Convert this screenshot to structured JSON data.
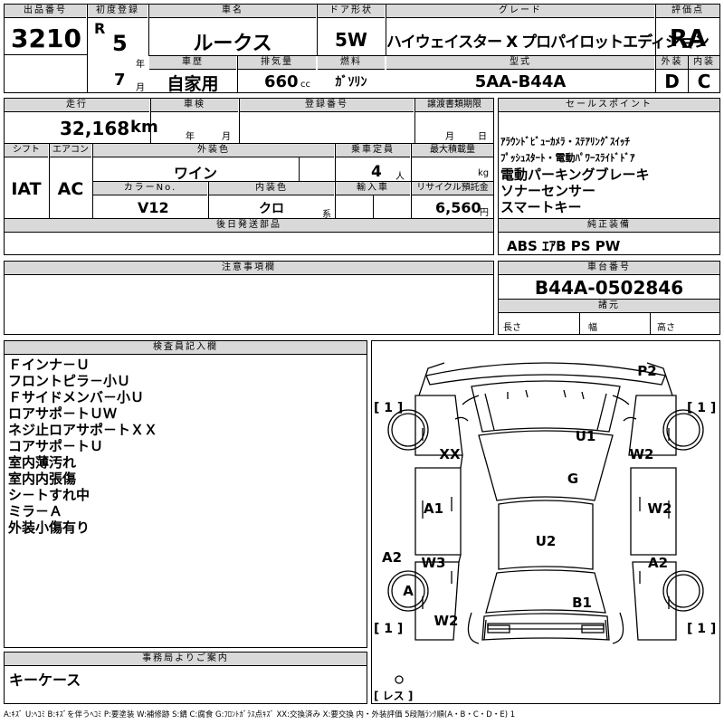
{
  "header": {
    "lot_label": "出品番号",
    "lot_no": "3210",
    "first_reg_label": "初度登録",
    "era": "R",
    "year_no": "5",
    "year_unit": "年",
    "month_no": "7",
    "month_unit": "月",
    "name_label": "車名",
    "name": "ルークス",
    "door_label": "ドア形状",
    "door": "5W",
    "grade_label": "グレード",
    "grade": "ハイウェイスター X プロパイロットエディション",
    "score_label": "評価点",
    "score": "RA",
    "history_label": "車歴",
    "history": "自家用",
    "disp_label": "排気量",
    "disp": "660",
    "disp_unit": "cc",
    "fuel_label": "燃料",
    "fuel": "ｶﾞｿﾘﾝ",
    "model_label": "型式",
    "model": "5AA-B44A",
    "ext_label": "外装",
    "ext": "D",
    "int_label": "内装",
    "int": "C"
  },
  "row2": {
    "mileage_label": "走行",
    "mileage": "32,168",
    "mileage_unit": "km",
    "inspect_label": "車検",
    "year_unit": "年",
    "month_unit": "月",
    "regno_label": "登録番号",
    "transfer_label": "譲渡書類期限",
    "t_month": "月",
    "t_day": "日",
    "sales_label": "セールスポイント",
    "sales": [
      "ｱﾗｳﾝﾄﾞﾋﾞｭｰｶﾒﾗ・ｽﾃｱﾘﾝｸﾞｽｲｯﾁ",
      "ﾌﾟｯｼｭｽﾀｰﾄ・電動ﾊﾟﾜｰｽﾗｲﾄﾞﾄﾞｱ",
      "電動パーキングブレーキ",
      "ソナーセンサー",
      "スマートキー"
    ]
  },
  "row3": {
    "shift_label": "シフト",
    "shift": "IAT",
    "ac_label": "エアコン",
    "ac": "AC",
    "color_label": "外装色",
    "color": "ワイン",
    "cap_label": "乗車定員",
    "cap": "4",
    "cap_unit": "人",
    "load_label": "最大積載量",
    "load_unit": "kg",
    "colorno_label": "カラーNo.",
    "colorno": "V12",
    "intcolor_label": "内装色",
    "intcolor": "クロ",
    "intcolor_unit": "系",
    "import_label": "輸入車",
    "recycle_label": "リサイクル預託金",
    "recycle": "6,560",
    "recycle_unit": "円"
  },
  "later_label": "後日発送部品",
  "genuine_label": "純正装備",
  "genuine": "ABS ｴｱB PS PW",
  "notes_label": "注意事項欄",
  "chassis_label": "車台番号",
  "chassis": "B44A-0502846",
  "dims_label": "諸元",
  "len_label": "長さ",
  "width_label": "幅",
  "height_label": "高さ",
  "inspector_label": "検査員記入欄",
  "inspector": [
    "Ｆインナ－Ｕ",
    "フロントピラ－小Ｕ",
    "Ｆサイドメンバ－小Ｕ",
    "ロアサポ－トＵＷ",
    "ネジ止ロアサポ－トＸＸ",
    "コアサポ－トＵ",
    "室内薄汚れ",
    "室内内張傷",
    "シ－トすれ中",
    "ミラ－Ａ",
    "外装小傷有り"
  ],
  "office_label": "事務局よりご案内",
  "office": "キーケース",
  "diagram": {
    "marks": [
      "P2",
      "U1",
      "XX",
      "W2",
      "G",
      "A1",
      "W2",
      "U2",
      "A2",
      "W3",
      "A2",
      "A",
      "B1",
      "W2"
    ],
    "brackets": [
      "[ 1 ]",
      "[ 1 ]",
      "[ 1 ]",
      "[ 1 ]"
    ],
    "spare": "[ レス ]"
  },
  "legend": "A:ｷｽﾞ U:ﾍｺﾐ B:ｷｽﾞを伴うﾍｺﾐ P:要塗装 W:補修跡 S:錆 C:腐食 G:ﾌﾛﾝﾄｶﾞﾗｽ点ｷｽﾞ XX:交換済み X:要交換 内・外装評価 5段階ﾗﾝｸ順(A・B・C・D・E) 1"
}
